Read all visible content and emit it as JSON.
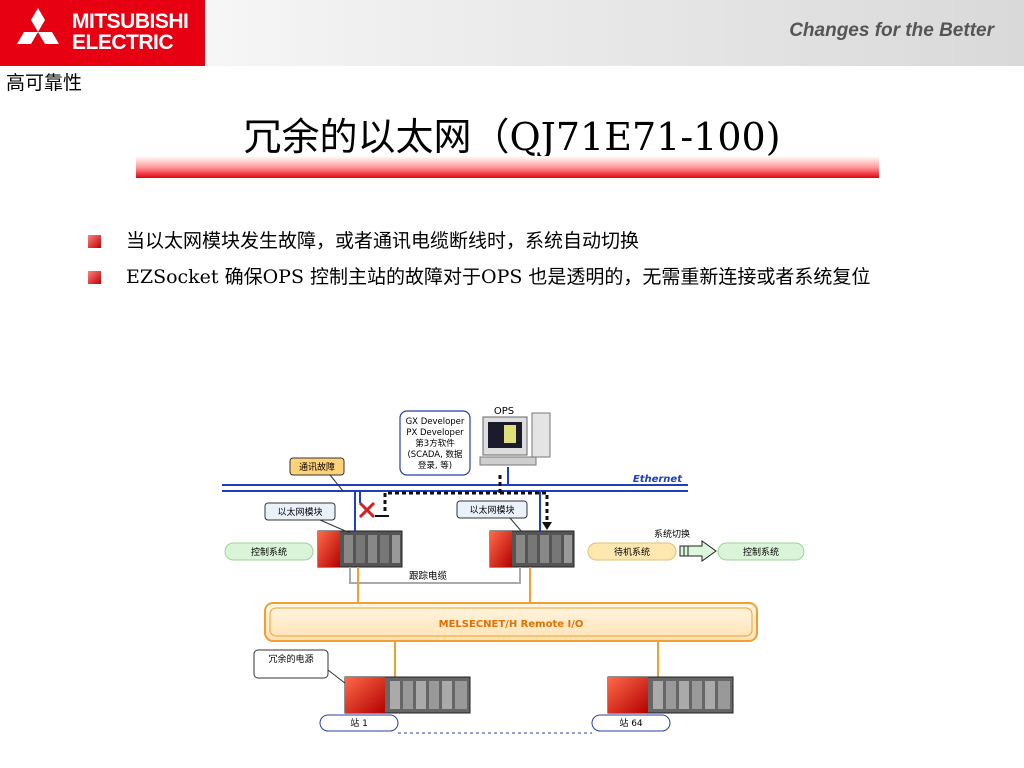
{
  "header": {
    "brand_line1": "MITSUBISHI",
    "brand_line2": "ELECTRIC",
    "slogan": "Changes for the Better",
    "brand_color": "#e60012"
  },
  "section_label": "高可靠性",
  "title": "冗余的以太网（QJ71E71-100)",
  "bullets": [
    "当以太网模块发生故障，或者通讯电缆断线时，系统自动切换",
    "EZSocket 确保OPS 控制主站的故障对于OPS 也是透明的，无需重新连接或者系统复位"
  ],
  "diagram": {
    "ops_label": "OPS",
    "software_lines": [
      "GX Developer",
      "PX Developer",
      "第3方软件",
      "(SCADA, 数据",
      "登录, 等)"
    ],
    "fault_label": "通讯故障",
    "ethernet_label": "Ethernet",
    "module_left_label": "以太网模块",
    "module_right_label": "以太网模块",
    "control_left_label": "控制系统",
    "standby_label": "待机系统",
    "switch_label": "系统切换",
    "control_right_label": "控制系统",
    "tracking_cable_label": "跟踪电缆",
    "network_label": "MELSECNET/H Remote I/O",
    "power_label": "冗余的电源",
    "station1_label": "站 1",
    "station64_label": "站 64"
  }
}
